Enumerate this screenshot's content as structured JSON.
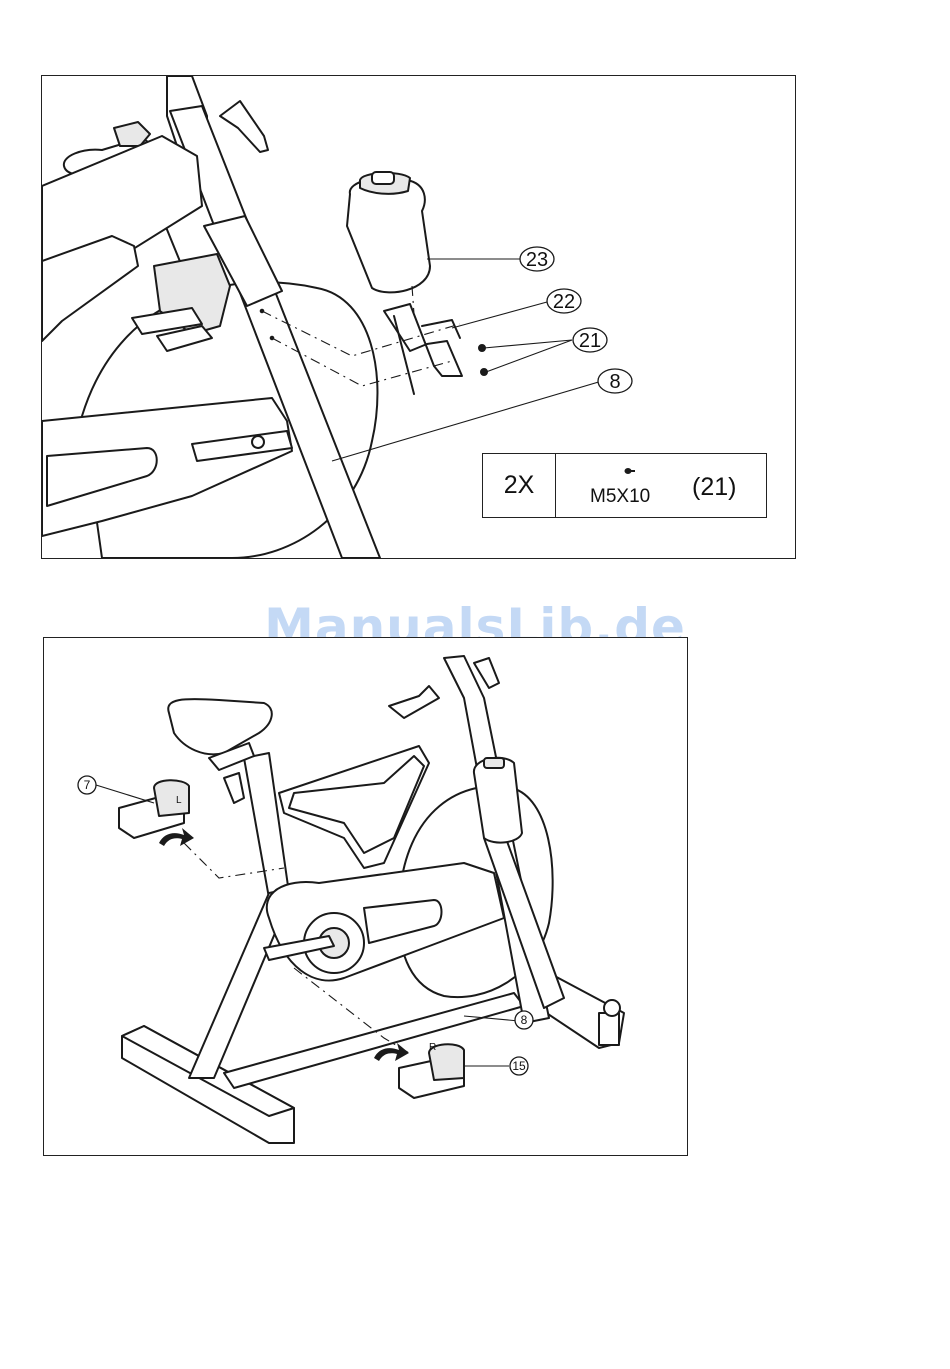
{
  "watermark": "ManualsLib.de",
  "top_diagram": {
    "callouts": [
      "23",
      "22",
      "21",
      "8"
    ],
    "parts_table": {
      "quantity": "2X",
      "screw_size": "M5X10",
      "part_ref": "(21)"
    }
  },
  "bottom_diagram": {
    "callouts": [
      "7",
      "8",
      "15"
    ],
    "pedal_left_mark": "L",
    "pedal_right_mark": "R"
  }
}
